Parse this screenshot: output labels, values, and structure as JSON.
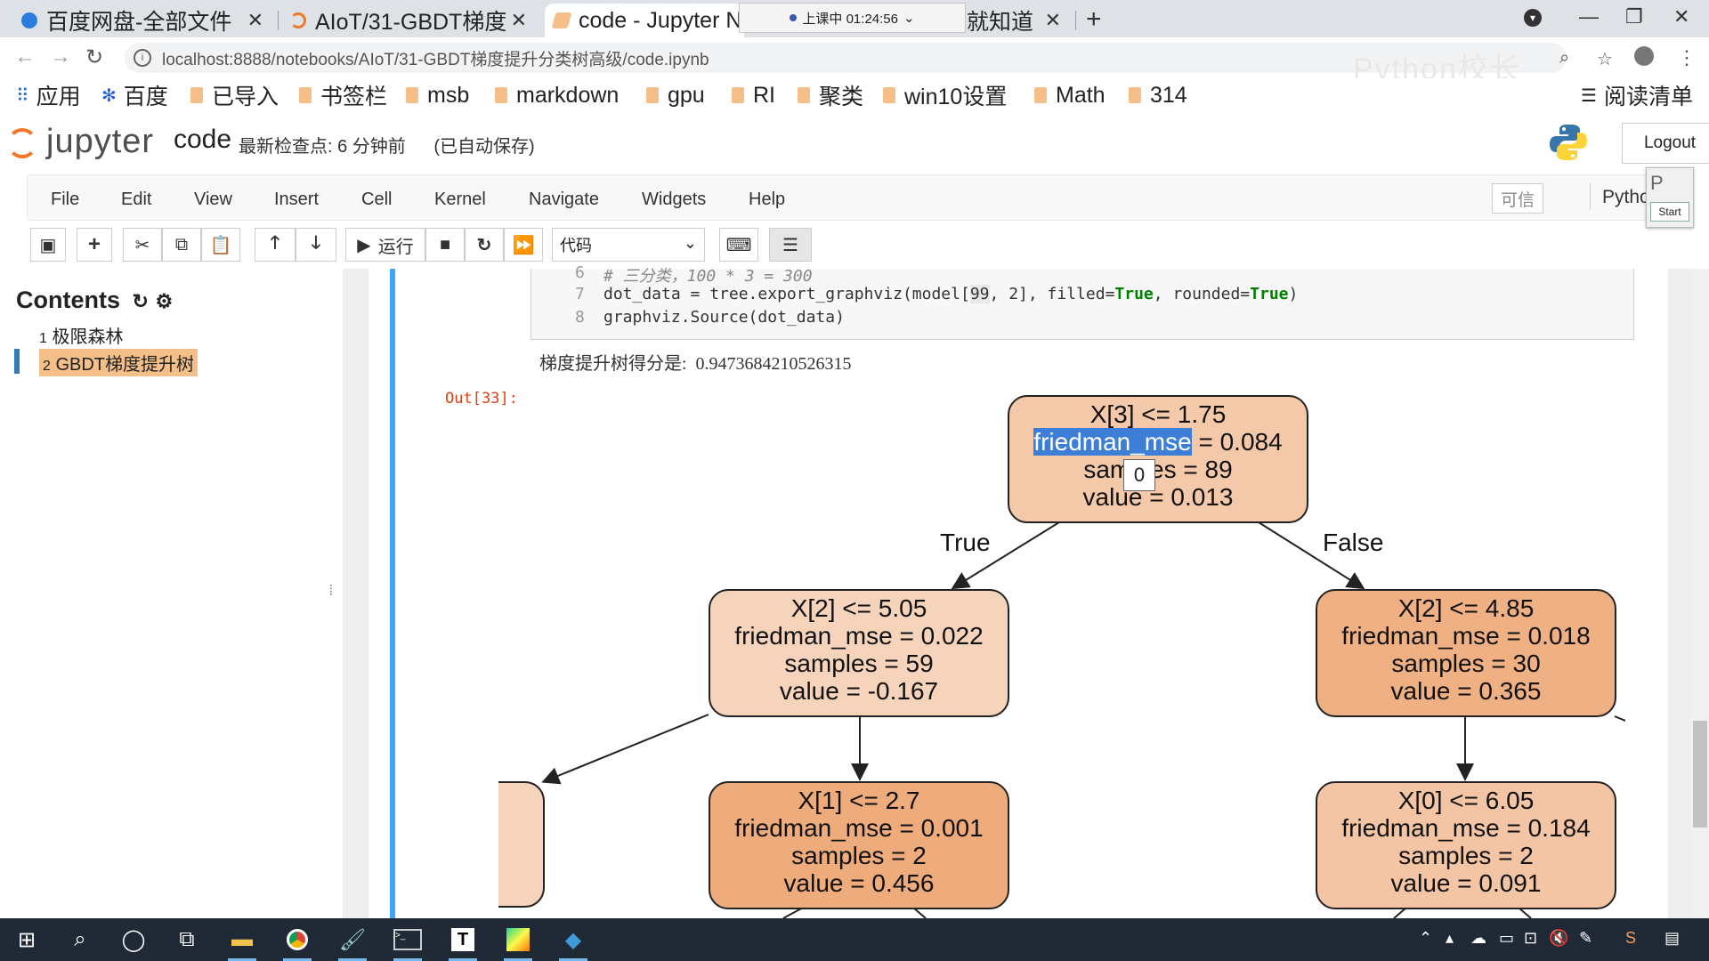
{
  "browser": {
    "tabs": [
      {
        "title": "百度网盘-全部文件"
      },
      {
        "title": "AIoT/31-GBDT梯度"
      },
      {
        "title": "code - Jupyter N",
        "active": true
      },
      {
        "title": "就知道"
      }
    ],
    "recording": "上课中 01:24:56",
    "url": "localhost:8888/notebooks/AIoT/31-GBDT梯度提升分类树高级/code.ipynb",
    "watermark": "Python校长",
    "bookmarks": [
      "应用",
      "百度",
      "已导入",
      "书签栏",
      "msb",
      "markdown",
      "gpu",
      "RI",
      "聚类",
      "win10设置",
      "Math",
      "314"
    ],
    "reading_list": "阅读清单"
  },
  "jupyter": {
    "logo": "jupyter",
    "notebook_name": "code",
    "checkpoint": "最新检查点: 6 分钟前",
    "autosave": "(已自动保存)",
    "logout": "Logout",
    "menus": [
      "File",
      "Edit",
      "View",
      "Insert",
      "Cell",
      "Kernel",
      "Navigate",
      "Widgets",
      "Help"
    ],
    "trusted": "可信",
    "kernel": "Pytho",
    "start_popup": {
      "letter": "P",
      "button": "Start"
    },
    "toolbar": {
      "run": "运行",
      "cell_type": "代码"
    }
  },
  "toc": {
    "title": "Contents",
    "items": [
      {
        "num": "1",
        "label": "极限森林"
      },
      {
        "num": "2",
        "label": "GBDT梯度提升树",
        "selected": true
      }
    ]
  },
  "cell": {
    "line_numbers": [
      "6",
      "7",
      "8"
    ],
    "code_comment": "# 三分类，100 * 3 = 300",
    "code_line7_pre": "dot_data = tree.export_graphviz(model[",
    "code_line7_idx1": "99",
    "code_line7_mid": ", ",
    "code_line7_idx2": "2",
    "code_line7_mid2": "], filled=",
    "code_true1": "True",
    "code_line7_mid3": ", rounded=",
    "code_true2": "True",
    "code_line7_end": ")",
    "code_line8": "graphviz.Source(dot_data)",
    "stdout": "梯度提升树得分是:  0.9473684210526315",
    "out_prompt": "Out[33]:"
  },
  "tree": {
    "edge_true": "True",
    "edge_false": "False",
    "root": {
      "l1": "X[3] <= 1.75",
      "l2a": "friedman_mse",
      "l2b": " = 0.084",
      "l3": "samples = 89",
      "l4": "value = 0.013",
      "color": "#f4c9a9"
    },
    "left": {
      "l1": "X[2] <= 5.05",
      "l2": "friedman_mse = 0.022",
      "l3": "samples = 59",
      "l4": "value = -0.167",
      "color": "#f6d4bb"
    },
    "right": {
      "l1": "X[2] <= 4.85",
      "l2": "friedman_mse = 0.018",
      "l3": "samples = 30",
      "l4": "value = 0.365",
      "color": "#efb083"
    },
    "left_right": {
      "l1": "X[1] <= 2.7",
      "l2": "friedman_mse = 0.001",
      "l3": "samples = 2",
      "l4": "value = 0.456",
      "color": "#eeab7b"
    },
    "right_left": {
      "l1": "X[0] <= 6.05",
      "l2": "friedman_mse = 0.184",
      "l3": "samples = 2",
      "l4": "value = 0.091",
      "color": "#f3c5a4"
    },
    "cursor_tooltip": "0"
  },
  "taskbar": {
    "icons": [
      "start-icon",
      "search-icon",
      "cortana-icon",
      "task-view-icon",
      "file-explorer-icon",
      "chrome-icon",
      "paint-icon",
      "terminal-icon",
      "typora-icon",
      "pycharm-icon",
      "vscode-icon"
    ]
  }
}
